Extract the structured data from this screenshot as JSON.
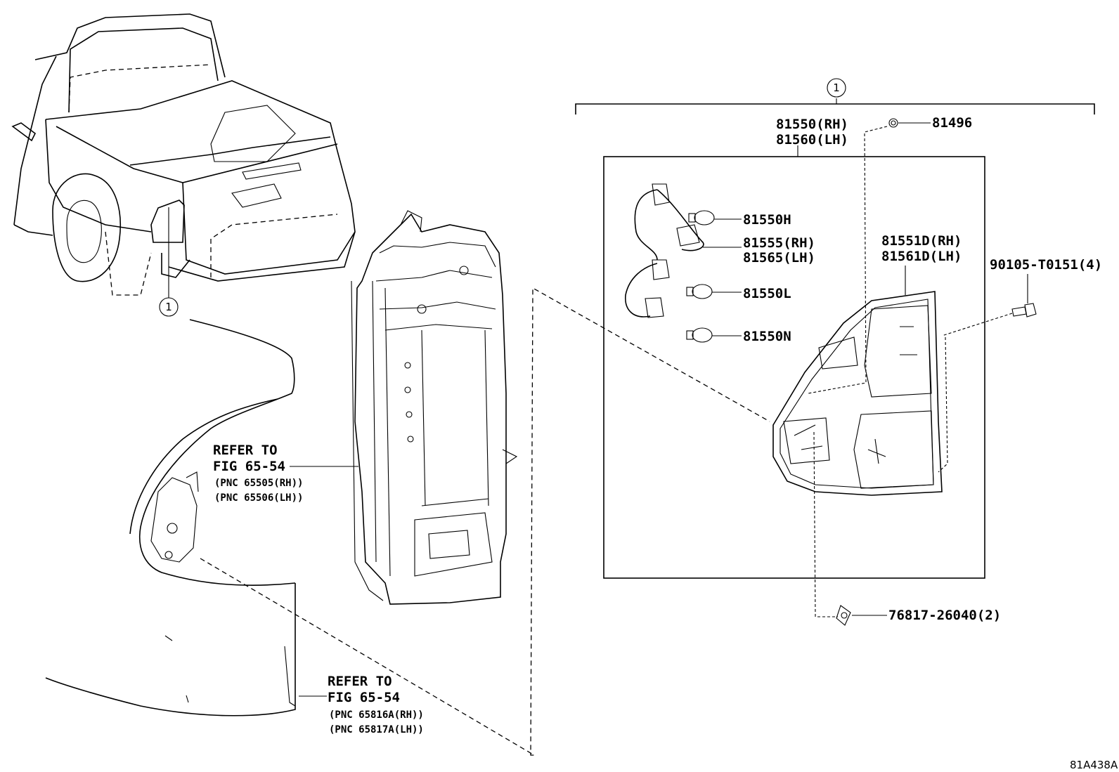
{
  "callout_number": "1",
  "parts": {
    "lamp_assembly_rh": "81550(RH)",
    "lamp_assembly_lh": "81560(LH)",
    "gasket": "81496",
    "bulb_h": "81550H",
    "socket_rh": "81555(RH)",
    "socket_lh": "81565(LH)",
    "bulb_l": "81550L",
    "bulb_n": "81550N",
    "lens_rh": "81551D(RH)",
    "lens_lh": "81561D(LH)",
    "screw": "90105-T0151(4)",
    "clip": "76817-26040(2)"
  },
  "refer_1": {
    "line1": "REFER TO",
    "line2": "FIG 65-54",
    "line3": "(PNC 65505(RH))",
    "line4": "(PNC 65506(LH))"
  },
  "refer_2": {
    "line1": "REFER TO",
    "line2": "FIG 65-54",
    "line3": "(PNC 65816A(RH))",
    "line4": "(PNC 65817A(LH))"
  },
  "figure_code": "81A438A"
}
